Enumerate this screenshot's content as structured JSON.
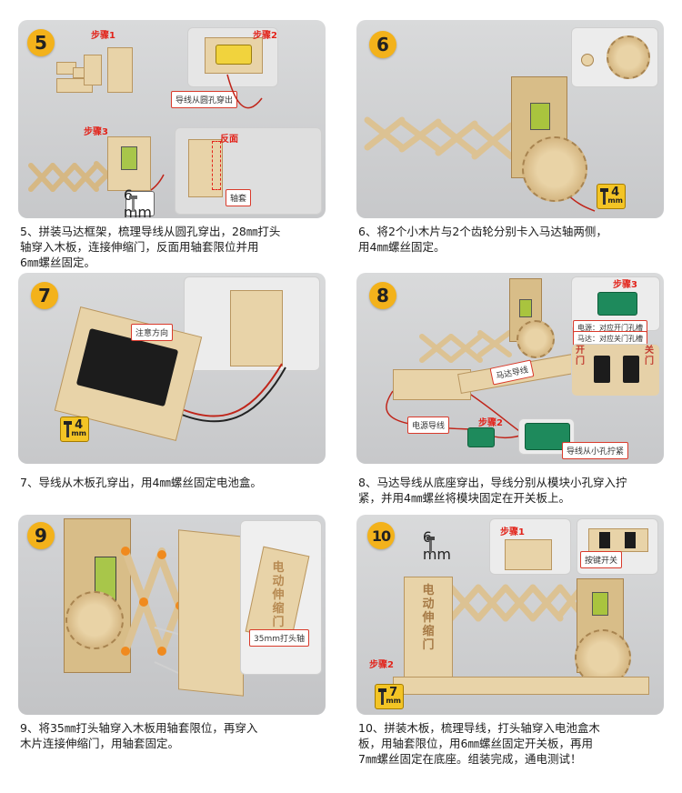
{
  "steps": [
    {
      "number": "5",
      "labels": {
        "step1": "步骤1",
        "step2": "步骤2",
        "step3": "步骤3",
        "back": "反面",
        "wire_hole": "导线从圆孔穿出",
        "sleeve": "轴套"
      },
      "screw": {
        "value": "6",
        "unit": "mm"
      },
      "caption": "5、拼装马达框架，梳理导线从圆孔穿出，28㎜打头\n轴穿入木板，连接伸缩门，反面用轴套限位并用\n6㎜螺丝固定。"
    },
    {
      "number": "6",
      "screw": {
        "value": "4",
        "unit": "mm"
      },
      "caption": "6、将2个小木片与2个齿轮分别卡入马达轴两侧，\n用4㎜螺丝固定。"
    },
    {
      "number": "7",
      "labels": {
        "direction": "注意方向"
      },
      "screw": {
        "value": "4",
        "unit": "mm"
      },
      "caption": "7、导线从木板孔穿出，用4㎜螺丝固定电池盒。"
    },
    {
      "number": "8",
      "labels": {
        "step3": "步骤3",
        "step2": "步骤2",
        "power_note": "电源：对应开门孔槽",
        "motor_note": "马达：对应关门孔槽",
        "motor_wire": "马达导线",
        "power_wire": "电源导线",
        "small_hole": "导线从小孔拧紧",
        "open_text": "开门",
        "close_text": "关门"
      },
      "caption": "8、马达导线从底座穿出，导线分别从模块小孔穿入拧\n紧，并用4㎜螺丝将模块固定在开关板上。"
    },
    {
      "number": "9",
      "labels": {
        "shaft": "35mm打头轴",
        "engraving": "电动伸缩门"
      },
      "caption": "9、将35㎜打头轴穿入木板用轴套限位，再穿入\n木片连接伸缩门，用轴套固定。"
    },
    {
      "number": "10",
      "labels": {
        "step1": "步骤1",
        "step2": "步骤2",
        "switch": "按键开关",
        "engraving": "电动伸缩门"
      },
      "screw_top": {
        "value": "6",
        "unit": "mm"
      },
      "screw_bottom": {
        "value": "7",
        "unit": "mm"
      },
      "caption": "10、拼装木板，梳理导线，打头轴穿入电池盒木\n板，用轴套限位，用6㎜螺丝固定开关板，再用\n7㎜螺丝固定在底座。组装完成，通电测试！"
    }
  ],
  "colors": {
    "badge": "#f3b21b",
    "accent_red": "#e2231a",
    "wood": "#e8d3a8",
    "panel": "#d2d3d5"
  }
}
